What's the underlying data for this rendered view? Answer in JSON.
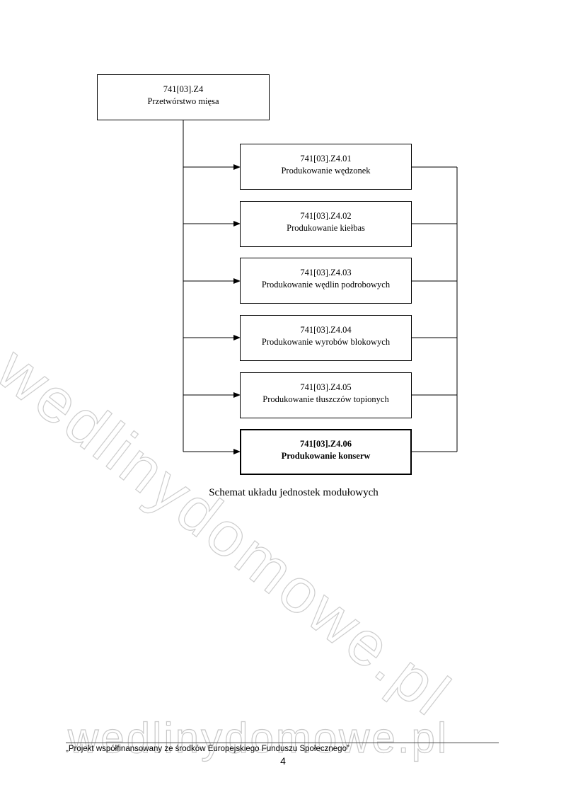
{
  "diagram": {
    "root": {
      "code": "741[03].Z4",
      "title": "Przetwórstwo mięsa"
    },
    "children": [
      {
        "code": "741[03].Z4.01",
        "title": "Produkowanie wędzonek",
        "emphasis": false
      },
      {
        "code": "741[03].Z4.02",
        "title": "Produkowanie kiełbas",
        "emphasis": false
      },
      {
        "code": "741[03].Z4.03",
        "title": "Produkowanie wędlin podrobowych",
        "emphasis": false
      },
      {
        "code": "741[03].Z4.04",
        "title": "Produkowanie wyrobów blokowych",
        "emphasis": false
      },
      {
        "code": "741[03].Z4.05",
        "title": "Produkowanie tłuszczów topionych",
        "emphasis": false
      },
      {
        "code": "741[03].Z4.06",
        "title": "Produkowanie konserw",
        "emphasis": true
      }
    ],
    "caption": "Schemat układu jednostek modułowych"
  },
  "watermark": {
    "diagonal_text": "wedlinydomowe.pl",
    "bottom_text": "wedlinydomowe.pl"
  },
  "footer": {
    "project_text": "„Projekt współfinansowany ze środków Europejskiego Funduszu Społecznego”",
    "page_number": "4"
  }
}
